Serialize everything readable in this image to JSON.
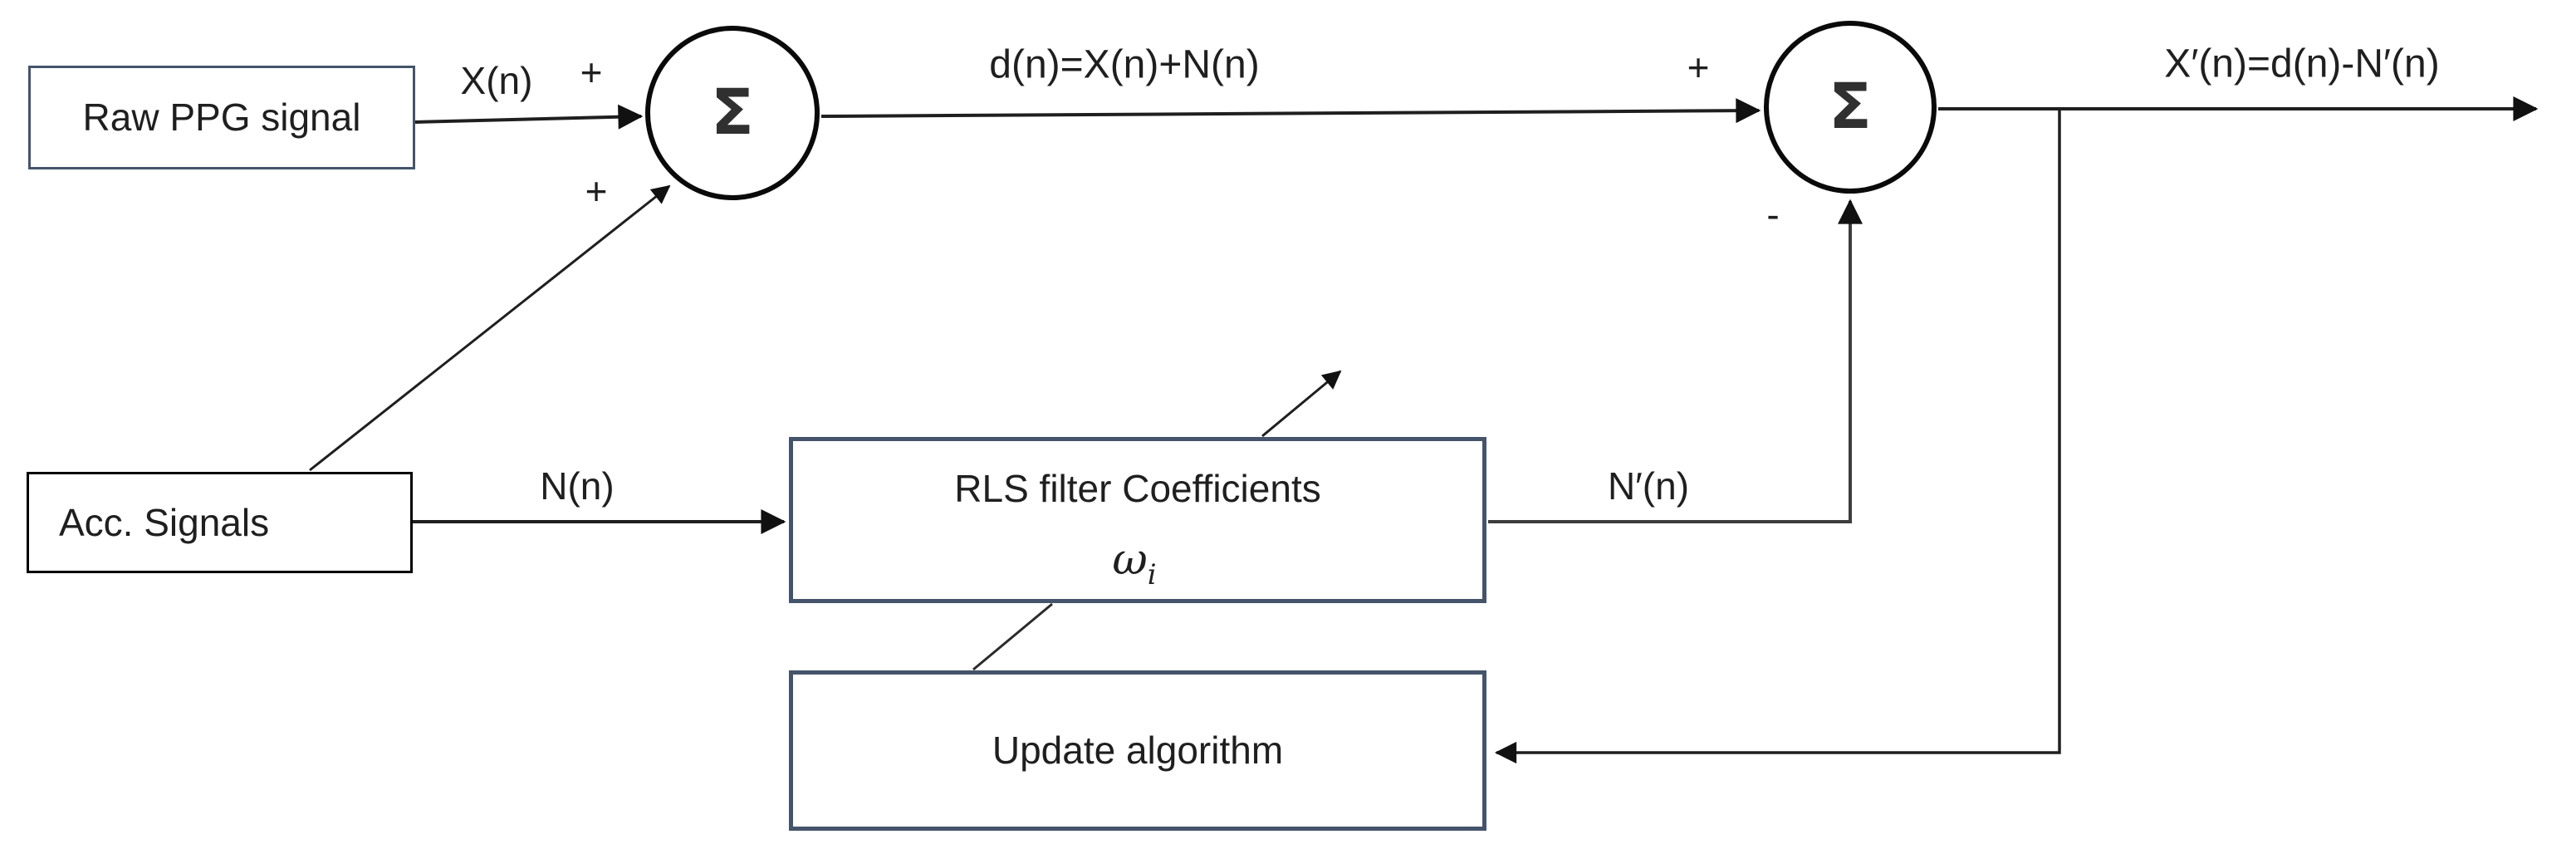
{
  "colors": {
    "background": "#ffffff",
    "box_border_slate": "#44546A",
    "box_border_black": "#000000",
    "line_color": "#1f1f1f",
    "text_color": "#1f1f1f"
  },
  "blocks": {
    "raw_ppg": {
      "label": "Raw PPG signal"
    },
    "acc_signals": {
      "label": "Acc. Signals"
    },
    "rls_filter": {
      "label": "RLS filter Coefficients",
      "symbol": "ω",
      "symbol_sub": "i"
    },
    "update_algorithm": {
      "label": "Update algorithm"
    }
  },
  "summing_nodes": {
    "sum1": {
      "symbol": "Σ",
      "sign_input_top": "+",
      "sign_input_bottom": "+"
    },
    "sum2": {
      "symbol": "Σ",
      "sign_input_left": "+",
      "sign_input_bottom": "-"
    }
  },
  "signal_labels": {
    "x_n": "X(n)",
    "n_n": "N(n)",
    "d_n": "d(n)=X(n)+N(n)",
    "n_prime_n": "N′(n)",
    "x_prime_n": "X′(n)=d(n)-N′(n)"
  }
}
